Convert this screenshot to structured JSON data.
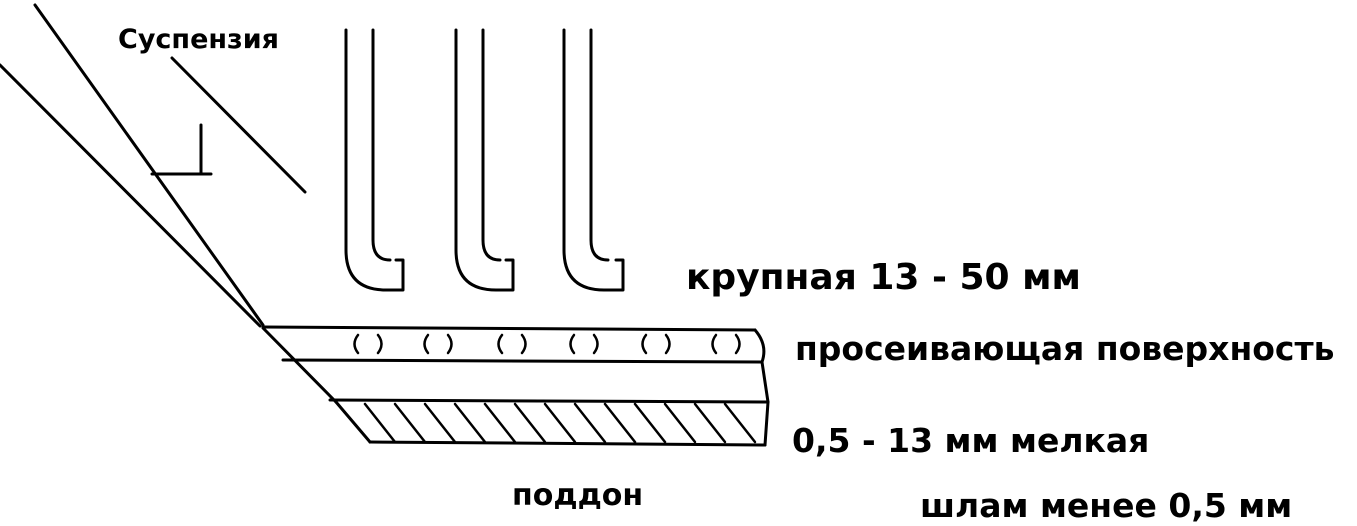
{
  "labels": {
    "suspension": "Суспензия",
    "large_fraction": "крупная 13 - 50 мм",
    "screening_surface": "просеивающая поверхность",
    "fine_fraction": "0,5 - 13 мм мелкая",
    "tray": "поддон",
    "sludge": "шлам менее 0,5 мм"
  },
  "colors": {
    "ink": "#000000",
    "background": "#ffffff"
  },
  "icons": {
    "flow_arrow": "arrow-down-right-icon"
  }
}
